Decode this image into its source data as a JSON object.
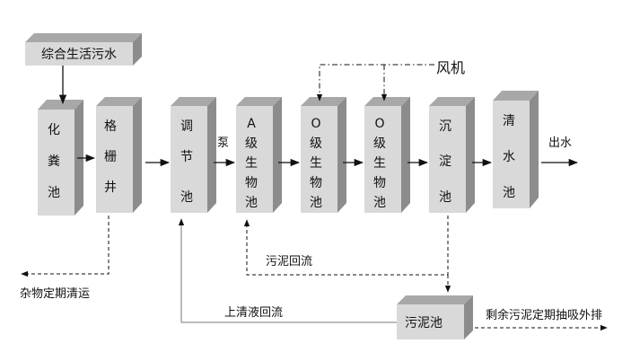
{
  "colors": {
    "box_front": "#d9d9d9",
    "box_top": "#a8a8a8",
    "box_side": "#8c8c8c",
    "line": "#111111",
    "background": "#ffffff"
  },
  "boxes": {
    "wastewater": {
      "text": "综合生活污水"
    },
    "septic": {
      "lines": [
        "化",
        "粪",
        "池"
      ]
    },
    "grille": {
      "lines": [
        "格",
        "栅",
        "井"
      ]
    },
    "equalize": {
      "lines": [
        "调",
        "节",
        "池"
      ]
    },
    "anoxic": {
      "lines": [
        "A",
        "级",
        "生",
        "物",
        "池"
      ]
    },
    "oxic1": {
      "lines": [
        "O",
        "级",
        "生",
        "物",
        "池"
      ]
    },
    "oxic2": {
      "lines": [
        "O",
        "级",
        "生",
        "物",
        "池"
      ]
    },
    "settle": {
      "lines": [
        "沉",
        "淀",
        "池"
      ]
    },
    "clear": {
      "lines": [
        "清",
        "水",
        "池"
      ]
    },
    "sludge": {
      "text": "污泥池"
    }
  },
  "labels": {
    "blower": "风机",
    "pump": "泵",
    "outlet": "出水",
    "debris": "杂物定期清运",
    "sludge_return": "污泥回流",
    "supernatant_return": "上清液回流",
    "excess_sludge": "剩余污泥定期抽吸外排"
  }
}
